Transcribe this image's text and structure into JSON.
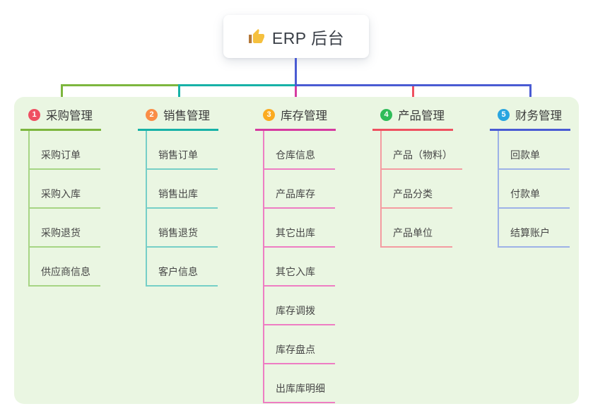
{
  "root": {
    "title": "ERP 后台",
    "icon": "thumbs-up-icon",
    "icon_color": "#f5c03e",
    "icon_cuff_color": "#b5793a"
  },
  "canvas": {
    "panel_bg": "#eaf6e2"
  },
  "connector": {
    "stem": "#4a5bd3",
    "seg_left": "#7db63e",
    "seg_mid": "#17b2a7",
    "seg_right": "#4a5bd3",
    "drop_1": "#7db63e",
    "drop_2": "#17b2a7",
    "drop_3": "#d63ba0",
    "drop_4": "#ef5160",
    "drop_5": "#4a5bd3"
  },
  "branches": [
    {
      "num": "1",
      "title": "采购管理",
      "badge_color": "#ef4f62",
      "line_color": "#7db63e",
      "child_line_color": "#a6d584",
      "items": [
        "采购订单",
        "采购入库",
        "采购退货",
        "供应商信息"
      ]
    },
    {
      "num": "2",
      "title": "销售管理",
      "badge_color": "#fa8d46",
      "line_color": "#17b2a7",
      "child_line_color": "#76cfc7",
      "items": [
        "销售订单",
        "销售出库",
        "销售退货",
        "客户信息"
      ]
    },
    {
      "num": "3",
      "title": "库存管理",
      "badge_color": "#fbab21",
      "line_color": "#d63ba0",
      "child_line_color": "#ee7dc3",
      "items": [
        "仓库信息",
        "产品库存",
        "其它出库",
        "其它入库",
        "库存调拨",
        "库存盘点",
        "出库库明细"
      ]
    },
    {
      "num": "4",
      "title": "产品管理",
      "badge_color": "#2fbc59",
      "line_color": "#ef5160",
      "child_line_color": "#f49ba1",
      "items": [
        "产品（物料）",
        "产品分类",
        "产品单位"
      ]
    },
    {
      "num": "5",
      "title": "财务管理",
      "badge_color": "#29a5e0",
      "line_color": "#4a5bd3",
      "child_line_color": "#9db1e7",
      "items": [
        "回款单",
        "付款单",
        "结算账户"
      ]
    }
  ]
}
